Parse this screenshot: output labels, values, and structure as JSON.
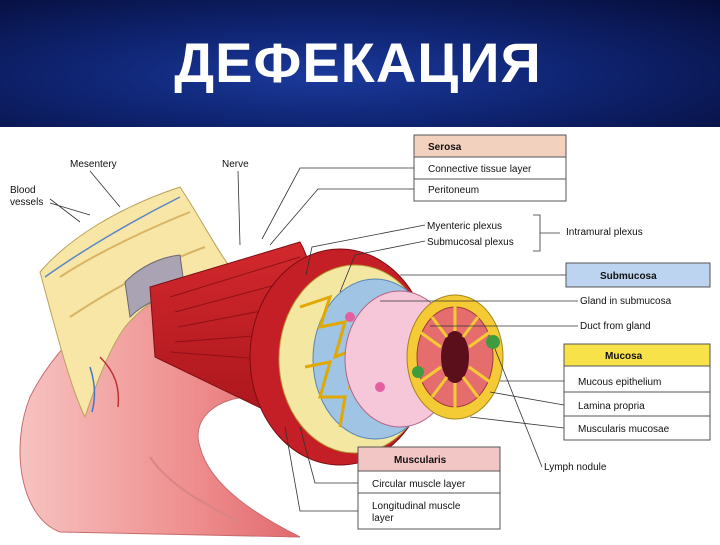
{
  "slide": {
    "title": "ДЕФЕКАЦИЯ"
  },
  "diagram": {
    "left_labels": {
      "mesentery": "Mesentery",
      "nerve": "Nerve",
      "blood_line1": "Blood",
      "blood_line2": "vessels"
    },
    "boxes": {
      "serosa": {
        "header": "Serosa",
        "rows": [
          "Connective tissue layer",
          "Peritoneum"
        ],
        "color": "#f3d1bf"
      },
      "submucosa": {
        "header": "Submucosa",
        "color": "#bcd4f0"
      },
      "mucosa": {
        "header": "Mucosa",
        "rows": [
          "Mucous epithelium",
          "Lamina propria",
          "Muscularis mucosae"
        ],
        "color": "#f7e24a"
      },
      "muscularis": {
        "header": "Muscularis",
        "rows": [
          "Circular muscle layer"
        ],
        "row_two_line1": "Longitudinal muscle",
        "row_two_line2": "layer",
        "color": "#f3c6c6"
      }
    },
    "plexus": {
      "myenteric": "Myenteric plexus",
      "submucosal": "Submucosal plexus",
      "intramural": "Intramural plexus"
    },
    "right_labels": {
      "gland": "Gland in submucosa",
      "duct": "Duct from gland",
      "lymph": "Lymph nodule"
    }
  }
}
